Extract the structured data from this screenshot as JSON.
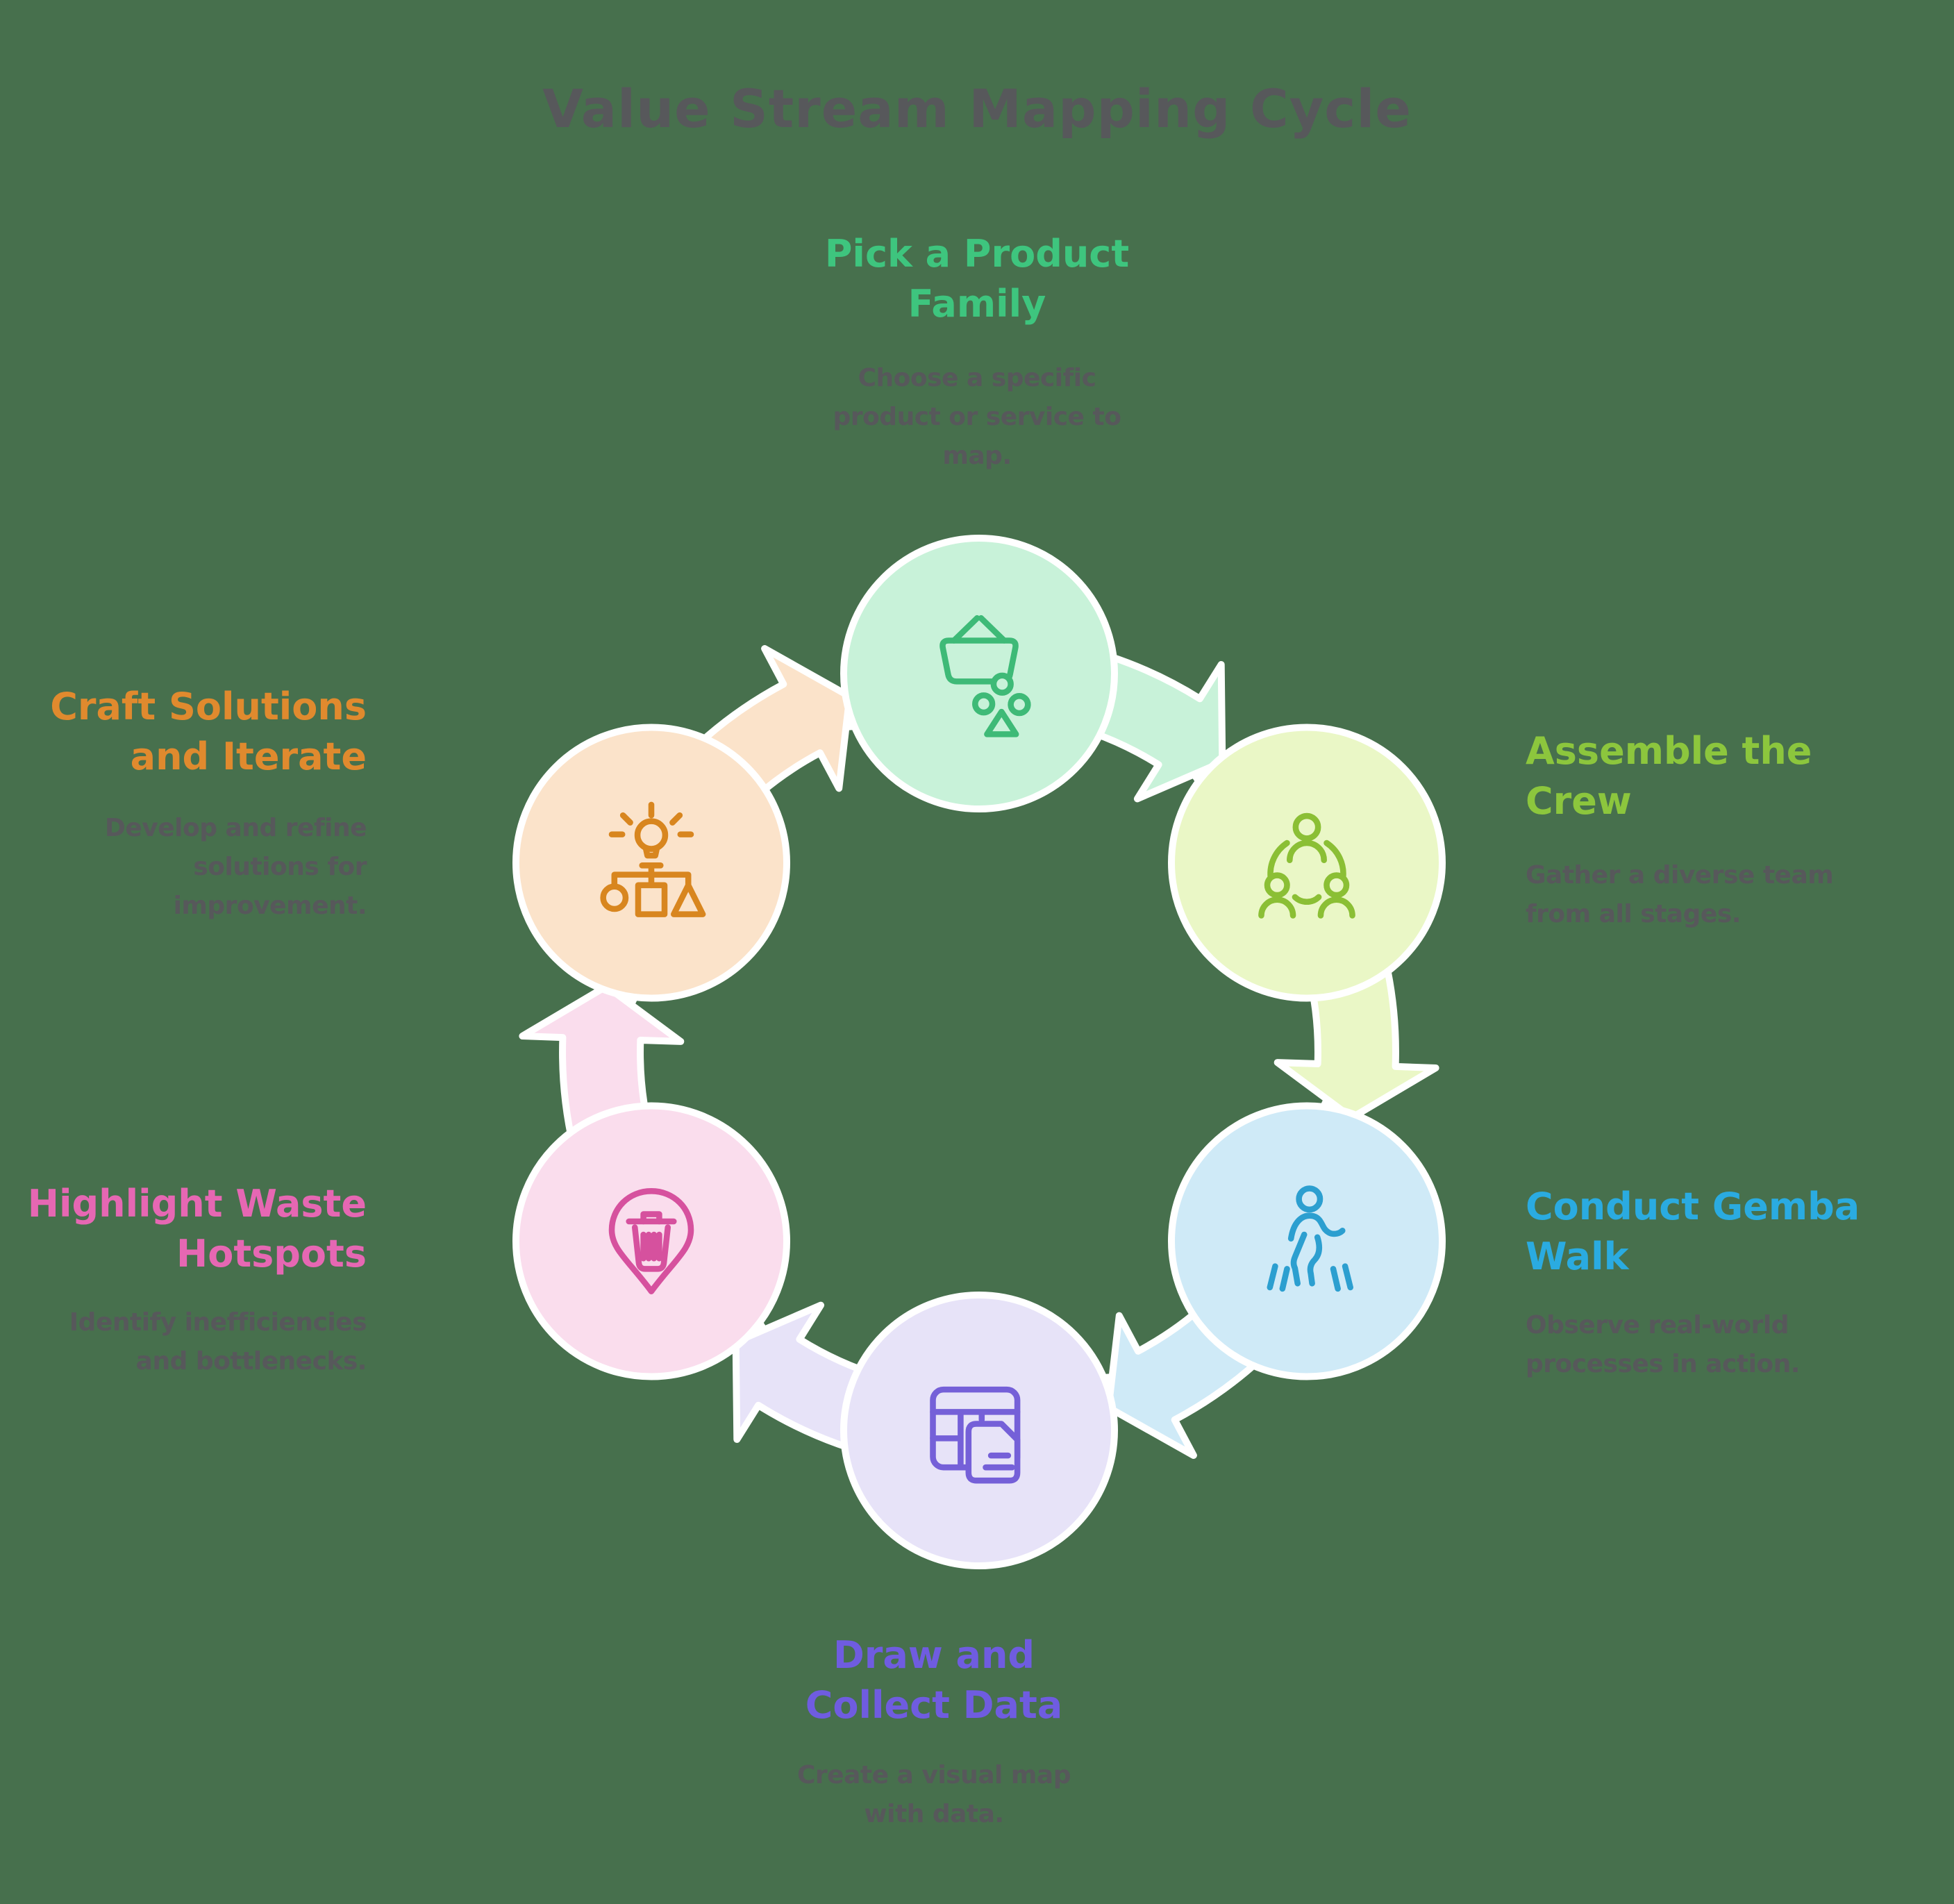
{
  "title": "Value Stream Mapping Cycle",
  "colors": {
    "background": "#47704d",
    "text": "#57585b",
    "circle_outline": "#ffffff"
  },
  "steps": [
    {
      "id": "pick-product-family",
      "heading": "Pick a Product\nFamily",
      "description": "Choose a specific\nproduct or service to\nmap.",
      "heading_color": "#3ec57e",
      "circle_fill": "#c8f2d9",
      "icon_color": "#3eba77",
      "icon": "basket-shapes-icon",
      "position": "top"
    },
    {
      "id": "assemble-crew",
      "heading": "Assemble the\nCrew",
      "description": "Gather a diverse team\nfrom all stages.",
      "heading_color": "#8cc63d",
      "circle_fill": "#eaf7c6",
      "icon_color": "#8bbf35",
      "icon": "team-icon",
      "position": "top-right"
    },
    {
      "id": "conduct-gemba-walk",
      "heading": "Conduct Gemba\nWalk",
      "description": "Observe real-world\nprocesses in action.",
      "heading_color": "#2aabe1",
      "circle_fill": "#cfeaf7",
      "icon_color": "#2c9fd0",
      "icon": "walking-person-icon",
      "position": "right"
    },
    {
      "id": "draw-collect-data",
      "heading": "Draw and\nCollect Data",
      "description": "Create a visual map\nwith data.",
      "heading_color": "#6f5ce0",
      "circle_fill": "#e7e3f8",
      "icon_color": "#7560d8",
      "icon": "table-document-icon",
      "position": "bottom"
    },
    {
      "id": "highlight-waste-hotspots",
      "heading": "Highlight Waste\nHotspots",
      "description": "Identify inefficiencies\nand bottlenecks.",
      "heading_color": "#e667b3",
      "circle_fill": "#fadded",
      "icon_color": "#d6519e",
      "icon": "pin-trash-icon",
      "position": "bottom-left"
    },
    {
      "id": "craft-solutions-iterate",
      "heading": "Craft Solutions\nand Iterate",
      "description": "Develop and refine\nsolutions for\nimprovement.",
      "heading_color": "#e08a2e",
      "circle_fill": "#fbe3ca",
      "icon_color": "#d8861f",
      "icon": "lightbulb-flowchart-icon",
      "position": "top-left"
    }
  ]
}
